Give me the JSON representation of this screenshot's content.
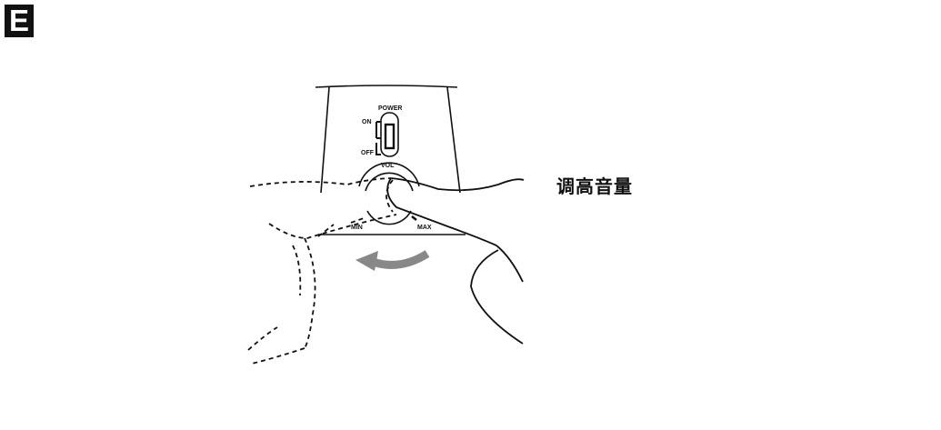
{
  "step": {
    "letter": "E"
  },
  "device": {
    "power_label": "POWER",
    "on_label": "ON",
    "off_label": "OFF",
    "vol_label": "VOL",
    "min_label": "MIN",
    "max_label": "MAX"
  },
  "caption": {
    "text": "调高音量"
  },
  "colors": {
    "arrow": "#888888",
    "ink": "#111111"
  },
  "icons": {
    "rotation_arrow": "rotate-left-arrow-icon",
    "hand": "hand-pointing-icon"
  }
}
